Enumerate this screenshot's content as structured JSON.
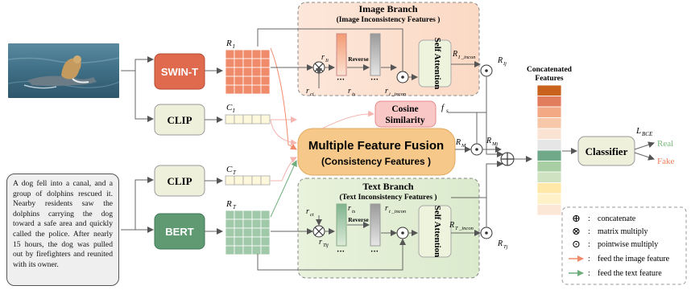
{
  "input": {
    "text_caption": "A dog fell into a canal, and a group of dolphins rescued it. Nearby residents saw the dolphins carrying the dog toward a safe area and quickly called the police. After nearly 15 hours, the dog was pulled out by firefighters and reunited with its owner."
  },
  "encoders": {
    "swin": "SWIN-T",
    "clip_image": "CLIP",
    "clip_text": "CLIP",
    "bert": "BERT"
  },
  "features": {
    "ri": "R",
    "ri_sub": "I",
    "ci": "C",
    "ci_sub": "I",
    "ct": "C",
    "ct_sub": "T",
    "rt": "R",
    "rt_sub": "T"
  },
  "image_branch": {
    "title": "Image Branch",
    "subtitle": "(Image Inconsistency Features )",
    "reverse": "Reverse",
    "self_attention": "Self Attention",
    "r_ii": "r",
    "r_ii_sub": "Ii",
    "r_ci": "r",
    "r_ci_sub": "ci",
    "r_is": "r",
    "r_is_sub": "is",
    "r_i_incon": "r",
    "r_i_incon_sub": "i _incon",
    "R_I_incon": "R",
    "R_I_incon_sub": "I _incon",
    "R_Ij": "R",
    "R_Ij_sub": "Ij"
  },
  "text_branch": {
    "title": "Text Branch",
    "subtitle": "(Text Inconsistency Features )",
    "reverse": "Reverse",
    "self_attention": "Self Attention",
    "r_ct": "r",
    "r_ct_sub": "ct",
    "r_ts": "r",
    "r_ts_sub": "ts",
    "r_tj": "r",
    "r_tj_sub": "Tij",
    "r_t_incon": "r",
    "r_t_incon_sub": "t _incon",
    "R_T_incon": "R",
    "R_T_incon_sub": "T _incon",
    "R_Tj": "R",
    "R_Tj_sub": "Tj"
  },
  "cosine": {
    "line1": "Cosine",
    "line2": "Similarity",
    "fs": "f",
    "fs_sub": "s"
  },
  "fusion": {
    "title": "Multiple Feature Fusion",
    "subtitle": "(Consistency Features )",
    "R_M": "R",
    "R_M_sub": "M",
    "R_Mj": "R",
    "R_Mj_sub": "Mj"
  },
  "concat": {
    "title_line1": "Concatenated",
    "title_line2": "Features",
    "colors": [
      "#c8621d",
      "#e17d5c",
      "#f4a985",
      "#f6c8a9",
      "#fbe3d3",
      "#e6e6e6",
      "#6fa98a",
      "#a8cfa3",
      "#cfe3c3",
      "#ffe8a8",
      "#fff2c9",
      "#fce6d6"
    ]
  },
  "classifier": {
    "label": "Classifier",
    "loss": "L",
    "loss_sub": "BCE",
    "real": "Real",
    "fake": "Fake",
    "real_color": "#7ab87a",
    "fake_color": "#ee7d5a"
  },
  "legend": {
    "concat_sym": "⊕",
    "concat": "concatenate",
    "matrix_sym": "⊗",
    "matrix": "matrix multiply",
    "point_sym": "⊙",
    "point": "pointwise multiply",
    "image_feed": "feed the image feature",
    "text_feed": "feed the text feature",
    "colon": ":",
    "image_color": "#f08a6a",
    "text_color": "#6fae7c"
  }
}
